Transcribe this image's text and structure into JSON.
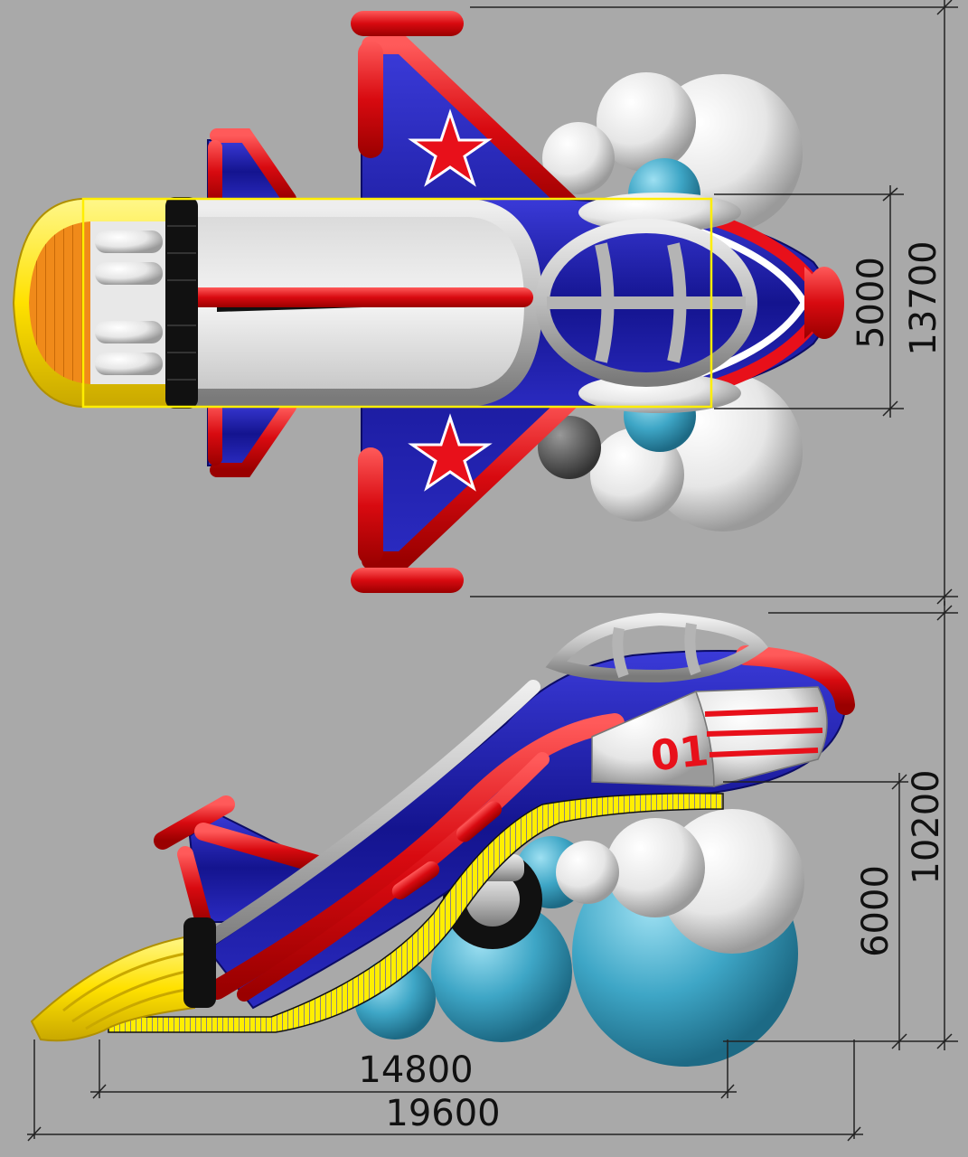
{
  "dimensions": {
    "top_view": {
      "slide_width": "5000",
      "total_width": "13700"
    },
    "side_view": {
      "platform_height": "6000",
      "total_height": "10200",
      "slide_length": "14800",
      "total_length": "19600"
    }
  },
  "markings": {
    "plane_number": "01"
  },
  "colors": {
    "background": "#a9a9a9",
    "red": "#e8101a",
    "blue": "#1a1aa8",
    "yellow": "#ffee00",
    "white": "#f2f2f2",
    "teal": "#3ea6c6",
    "gray": "#b4b4b4",
    "orange": "#f08a1a",
    "black": "#111111"
  }
}
